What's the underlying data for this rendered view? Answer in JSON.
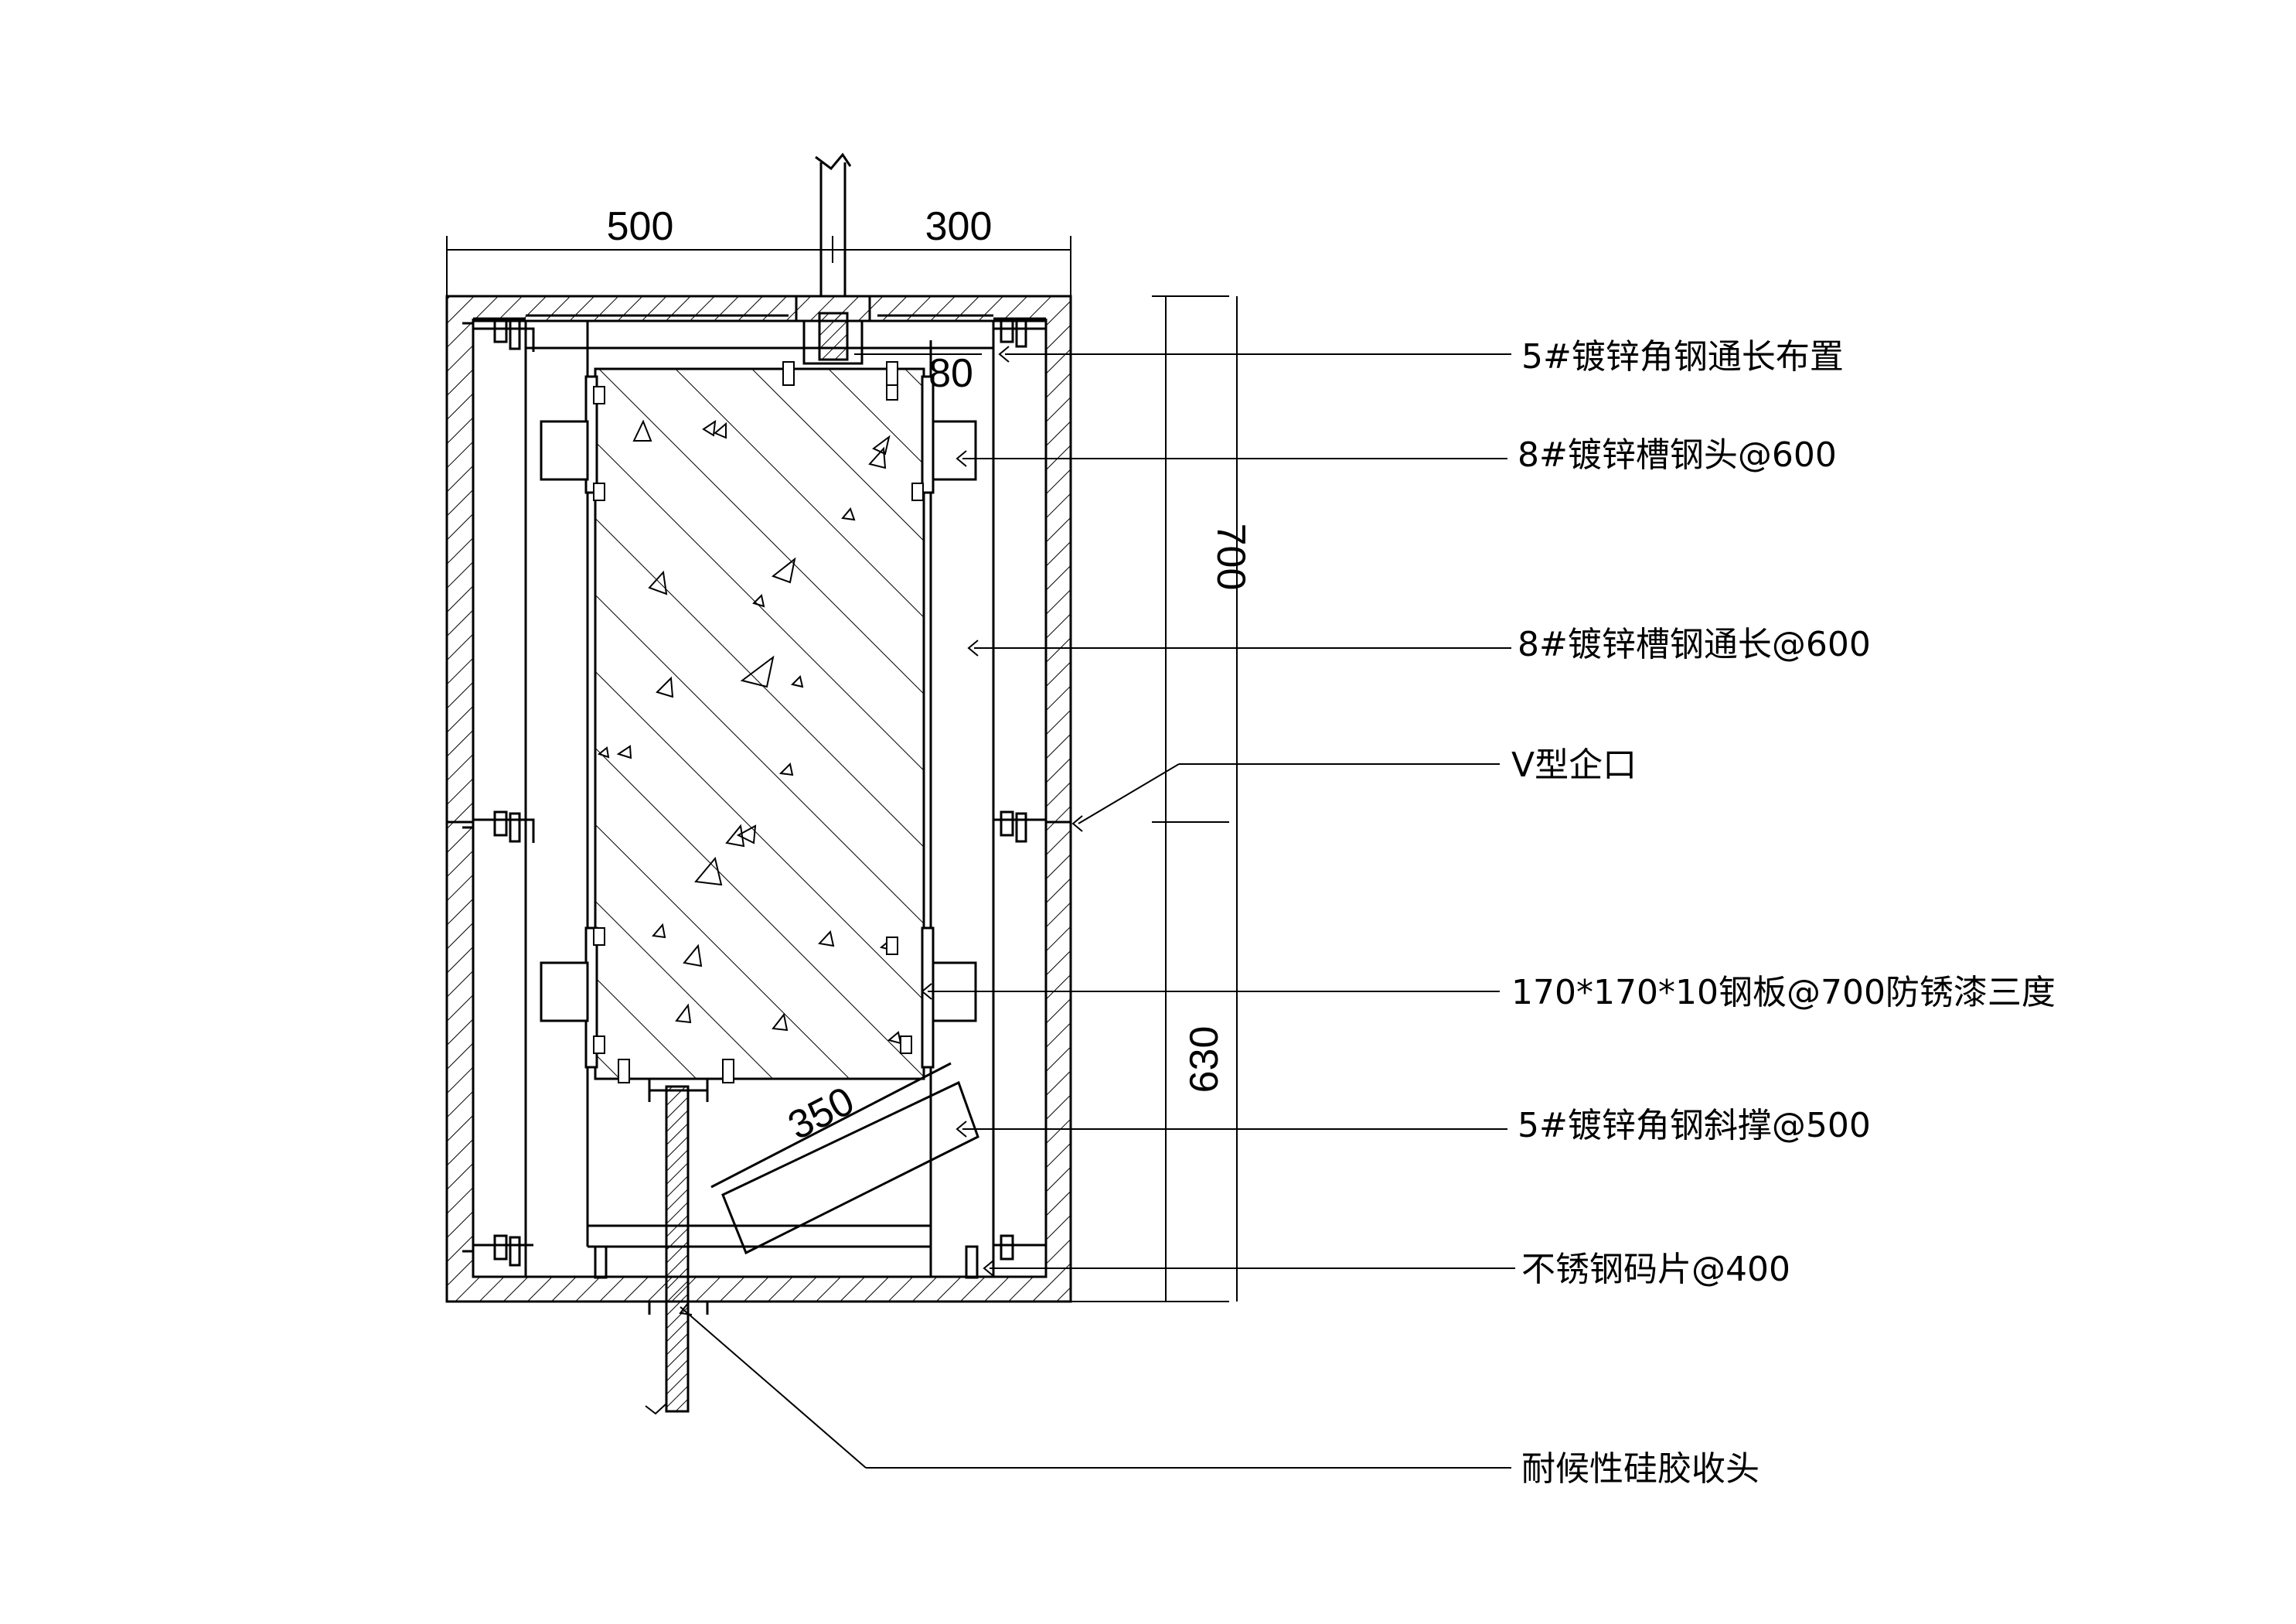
{
  "dimensions": {
    "top_left": "500",
    "top_right": "300",
    "small_offset": "80",
    "right_upper": "700",
    "right_lower": "630",
    "diagonal": "350"
  },
  "labels": [
    "5#镀锌角钢通长布置",
    "8#镀锌槽钢头@600",
    "8#镀锌槽钢通长@600",
    "V型企口",
    "170*170*10钢板@700防锈漆三度",
    "5#镀锌角钢斜撑@500",
    "不锈钢码片@400",
    "耐候性硅胶收头"
  ]
}
